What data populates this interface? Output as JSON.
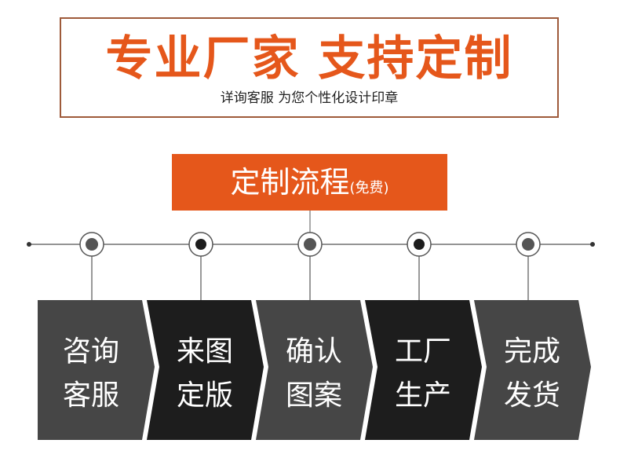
{
  "banner": {
    "title": "专业厂家 支持定制",
    "subtitle": "详询客服 为您个性化设计印章"
  },
  "process": {
    "title": "定制流程",
    "note": "(免费)"
  },
  "steps": [
    {
      "line1": "咨询",
      "line2": "客服",
      "color": "#464646"
    },
    {
      "line1": "来图",
      "line2": "定版",
      "color": "#1d1d1d"
    },
    {
      "line1": "确认",
      "line2": "图案",
      "color": "#464646"
    },
    {
      "line1": "工厂",
      "line2": "生产",
      "color": "#1d1d1d"
    },
    {
      "line1": "完成",
      "line2": "发货",
      "color": "#464646"
    }
  ],
  "colors": {
    "accent": "#e5571b",
    "border": "#9e5a3a",
    "dark": "#1d1d1d",
    "gray": "#464646"
  }
}
